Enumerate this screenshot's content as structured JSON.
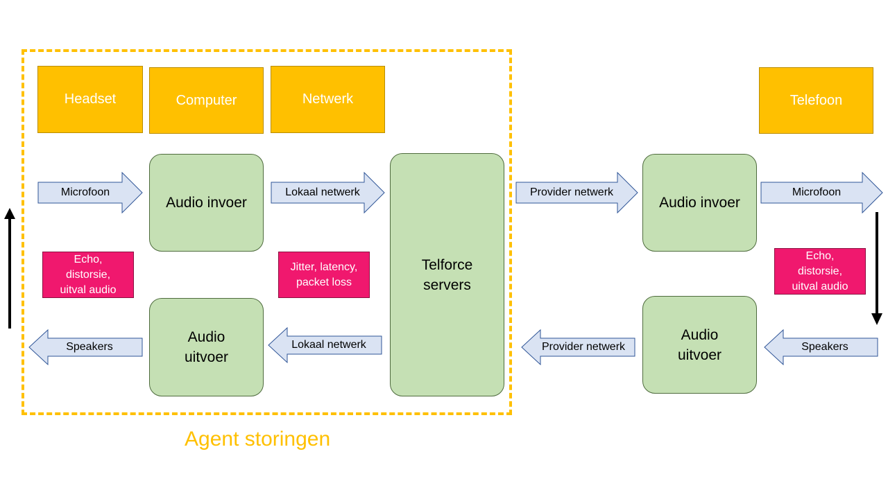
{
  "group_label": "Agent storingen",
  "components": {
    "headset": "Headset",
    "computer": "Computer",
    "netwerk": "Netwerk",
    "telefoon": "Telefoon"
  },
  "nodes": {
    "audio_invoer_left": "Audio invoer",
    "audio_uitvoer_left": "Audio uitvoer",
    "telforce": "Telforce servers",
    "audio_invoer_right": "Audio invoer",
    "audio_uitvoer_right": "Audio uitvoer"
  },
  "issues": {
    "left": "Echo, distorsie, uitval audio",
    "middle": "Jitter, latency, packet loss",
    "right": "Echo, distorsie, uitval audio"
  },
  "arrows": {
    "microfoon_left": "Microfoon",
    "lokaal_netwerk_top": "Lokaal netwerk",
    "provider_netwerk_top": "Provider netwerk",
    "microfoon_right": "Microfoon",
    "speakers_left": "Speakers",
    "lokaal_netwerk_bottom": "Lokaal netwerk",
    "provider_netwerk_bottom": "Provider netwerk",
    "speakers_right": "Speakers"
  },
  "colors": {
    "component": "#ffc000",
    "node": "#c5e0b4",
    "issue": "#f0186e",
    "arrow_fill": "#dae3f3",
    "arrow_stroke": "#2f5597"
  }
}
